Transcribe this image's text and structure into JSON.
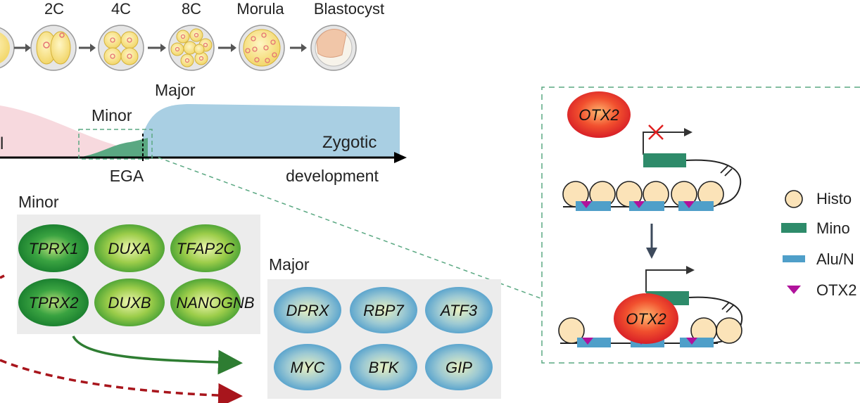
{
  "stages": {
    "s2c": "2C",
    "s4c": "4C",
    "s8c": "8C",
    "morula": "Morula",
    "blastocyst": "Blastocyst"
  },
  "timeline": {
    "maternal_fragment": "l",
    "minor": "Minor",
    "major": "Major",
    "zygotic": "Zygotic",
    "ega": "EGA",
    "axis": "development"
  },
  "minor_panel": {
    "title": "Minor",
    "genes": [
      "TPRX1",
      "DUXA",
      "TFAP2C",
      "TPRX2",
      "DUXB",
      "NANOGNB"
    ]
  },
  "major_panel": {
    "title": "Major",
    "genes": [
      "DPRX",
      "RBP7",
      "ATF3",
      "MYC",
      "BTK",
      "GIP"
    ]
  },
  "mechanism": {
    "otx2_free": "OTX2",
    "otx2_bound": "OTX2"
  },
  "legend": {
    "histone": "Histo",
    "minor_gene": "Mino",
    "alu": "Alu/N",
    "otx2_motif": "OTX2"
  },
  "colors": {
    "minor_gene_green": "#2e8b6a",
    "alu_blue": "#4f9fc9",
    "otx2_red": "#e83a2a",
    "motif_magenta": "#b0129b",
    "major_wave": "#a9cfe3",
    "maternal_wave": "#f6d6dc",
    "minor_wave": "#5aa882"
  }
}
